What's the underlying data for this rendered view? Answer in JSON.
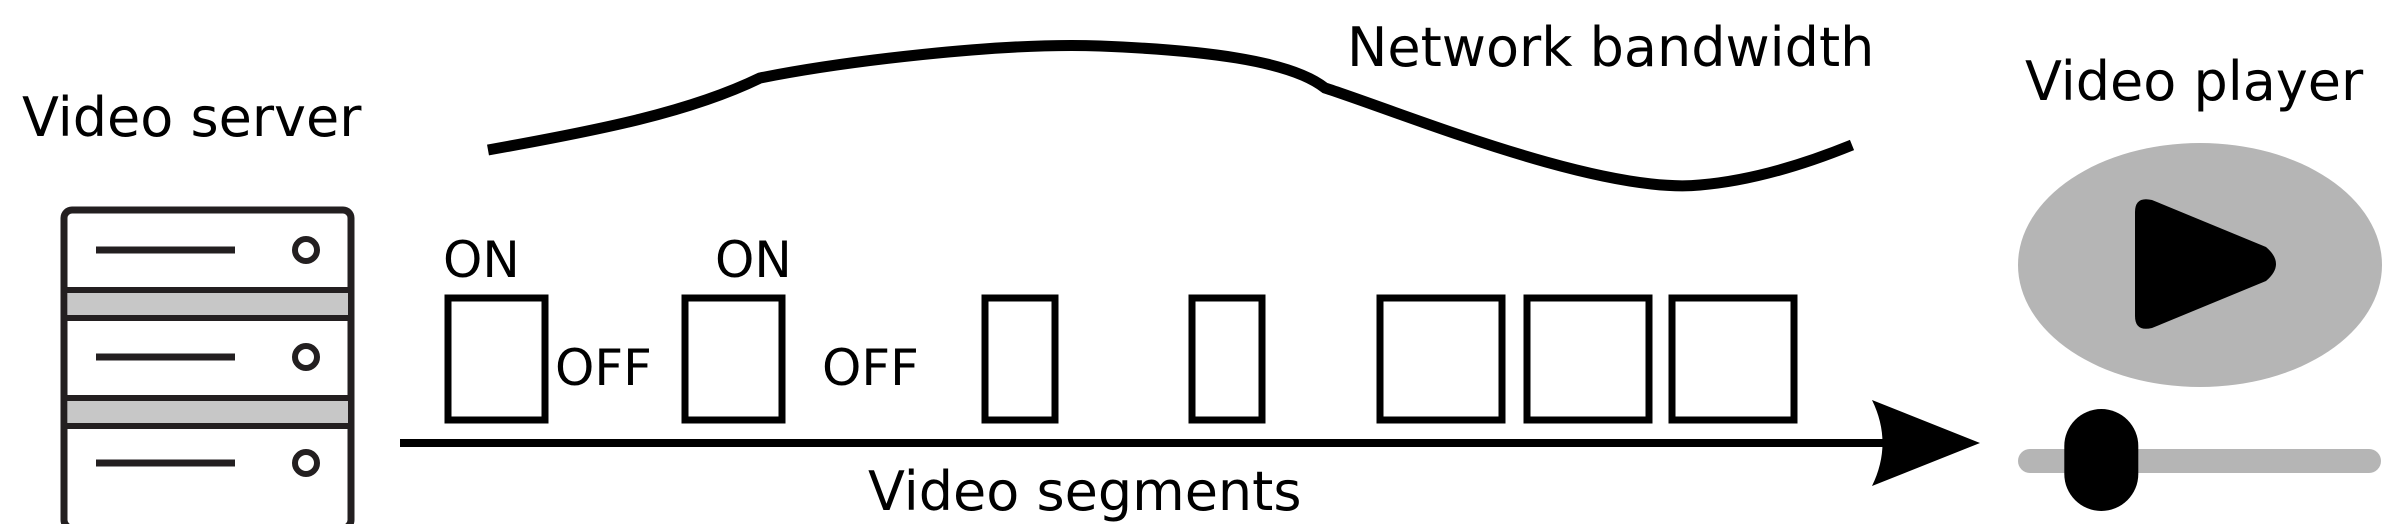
{
  "server": {
    "label": "Video server"
  },
  "network": {
    "label": "Network bandwidth"
  },
  "player": {
    "label": "Video player",
    "playback_position": 0.1
  },
  "segments_axis": {
    "label": "Video segments"
  },
  "states": [
    {
      "label": "ON"
    },
    {
      "label": "OFF"
    },
    {
      "label": "ON"
    },
    {
      "label": "OFF"
    }
  ],
  "colors": {
    "ink": "#000000",
    "server_stroke": "#231f20",
    "separator": "#c7c7c7",
    "player_body": "#b5b5b5"
  },
  "icons": [
    "server-rack-icon",
    "play-icon",
    "arrow-right-icon"
  ]
}
